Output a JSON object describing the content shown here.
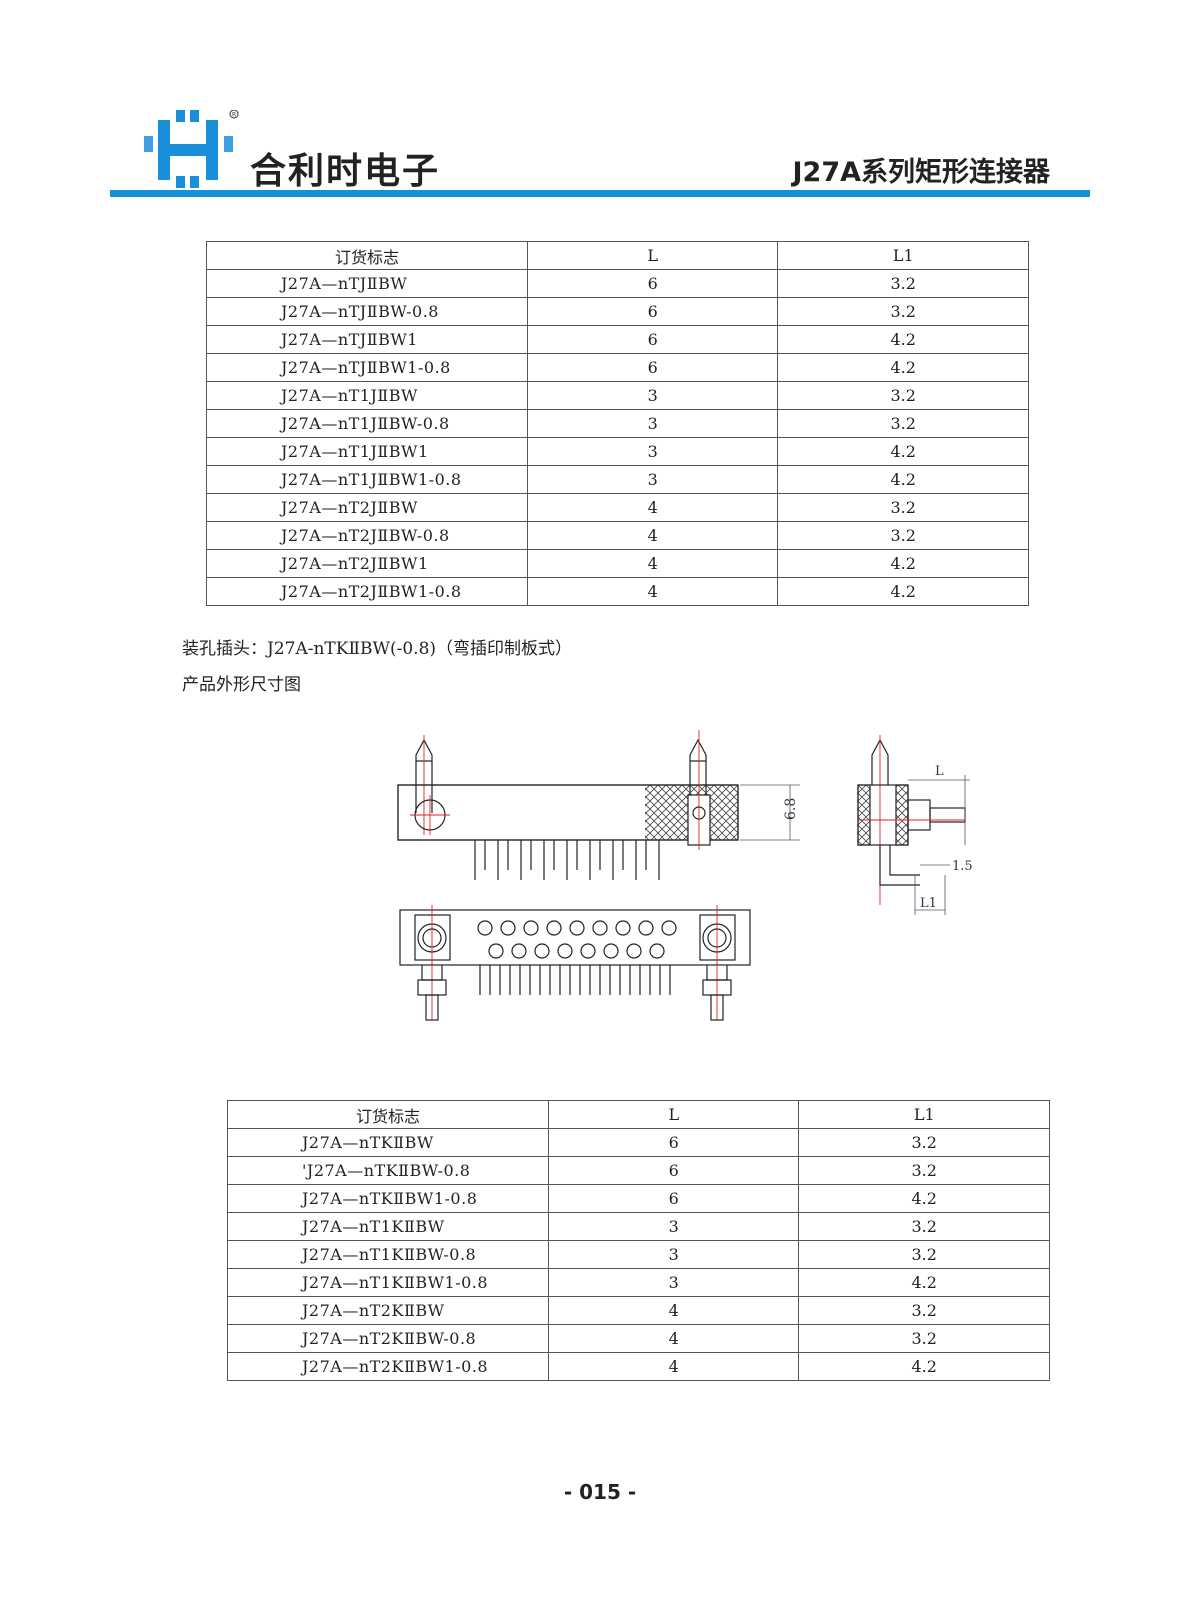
{
  "header": {
    "brand": "合利时电子",
    "series_title": "J27A系列矩形连接器",
    "accent_color": "#1a8fd9"
  },
  "table1": {
    "headers": [
      "订货标志",
      "L",
      "L1"
    ],
    "rows": [
      [
        "J27A—nTJⅡBW",
        "6",
        "3.2"
      ],
      [
        "J27A—nTJⅡBW-0.8",
        "6",
        "3.2"
      ],
      [
        "J27A—nTJⅡBW1",
        "6",
        "4.2"
      ],
      [
        "J27A—nTJⅡBW1-0.8",
        "6",
        "4.2"
      ],
      [
        "J27A—nT1JⅡBW",
        "3",
        "3.2"
      ],
      [
        "J27A—nT1JⅡBW-0.8",
        "3",
        "3.2"
      ],
      [
        "J27A—nT1JⅡBW1",
        "3",
        "4.2"
      ],
      [
        "J27A—nT1JⅡBW1-0.8",
        "3",
        "4.2"
      ],
      [
        "J27A—nT2JⅡBW",
        "4",
        "3.2"
      ],
      [
        "J27A—nT2JⅡBW-0.8",
        "4",
        "3.2"
      ],
      [
        "J27A—nT2JⅡBW1",
        "4",
        "4.2"
      ],
      [
        "J27A—nT2JⅡBW1-0.8",
        "4",
        "4.2"
      ]
    ]
  },
  "notes": {
    "socket_type": "装孔插头：J27A-nTKⅡBW(-0.8)（弯插印制板式）",
    "drawing_caption": "产品外形尺寸图"
  },
  "drawing_labels": {
    "height": "6.8",
    "length": "L",
    "pitch": "1.5",
    "length1": "L1"
  },
  "table2": {
    "headers": [
      "订货标志",
      "L",
      "L1"
    ],
    "rows": [
      [
        "J27A—nTKⅡBW",
        "6",
        "3.2"
      ],
      [
        "'J27A—nTKⅡBW-0.8",
        "6",
        "3.2"
      ],
      [
        "J27A—nTKⅡBW1-0.8",
        "6",
        "4.2"
      ],
      [
        "J27A—nT1KⅡBW",
        "3",
        "3.2"
      ],
      [
        "J27A—nT1KⅡBW-0.8",
        "3",
        "3.2"
      ],
      [
        "J27A—nT1KⅡBW1-0.8",
        "3",
        "4.2"
      ],
      [
        "J27A—nT2KⅡBW",
        "4",
        "3.2"
      ],
      [
        "J27A—nT2KⅡBW-0.8",
        "4",
        "3.2"
      ],
      [
        "J27A—nT2KⅡBW1-0.8",
        "4",
        "4.2"
      ]
    ]
  },
  "page_number": "- 015 -"
}
